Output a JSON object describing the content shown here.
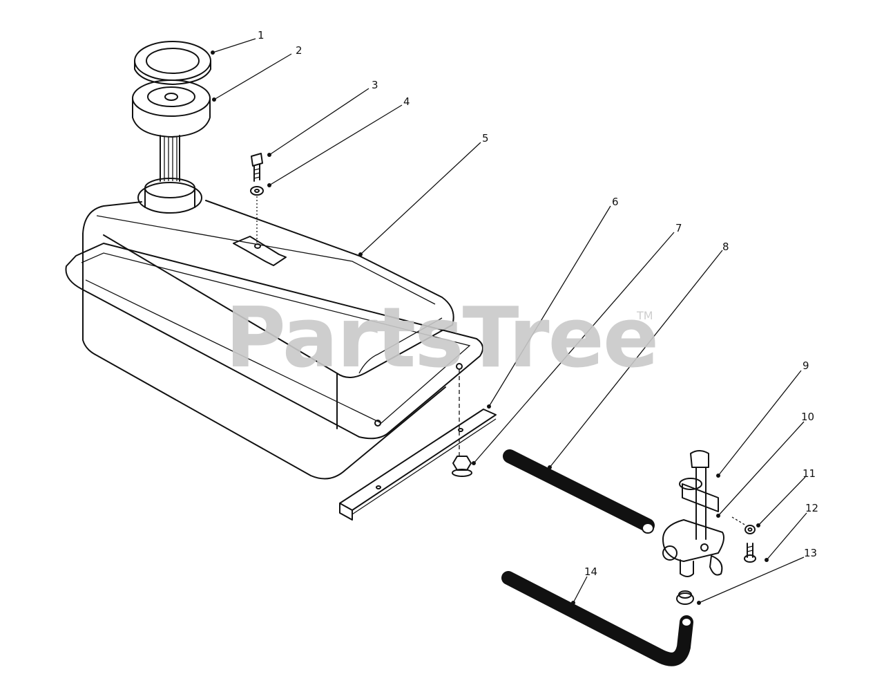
{
  "watermark": {
    "brand": "PartsTree",
    "trademark": "TM"
  },
  "callouts": [
    {
      "id": "1",
      "label": "1"
    },
    {
      "id": "2",
      "label": "2"
    },
    {
      "id": "3",
      "label": "3"
    },
    {
      "id": "4",
      "label": "4"
    },
    {
      "id": "5",
      "label": "5"
    },
    {
      "id": "6",
      "label": "6"
    },
    {
      "id": "7",
      "label": "7"
    },
    {
      "id": "8",
      "label": "8"
    },
    {
      "id": "9",
      "label": "9"
    },
    {
      "id": "10",
      "label": "10"
    },
    {
      "id": "11",
      "label": "11"
    },
    {
      "id": "12",
      "label": "12"
    },
    {
      "id": "13",
      "label": "13"
    },
    {
      "id": "14",
      "label": "14"
    }
  ]
}
